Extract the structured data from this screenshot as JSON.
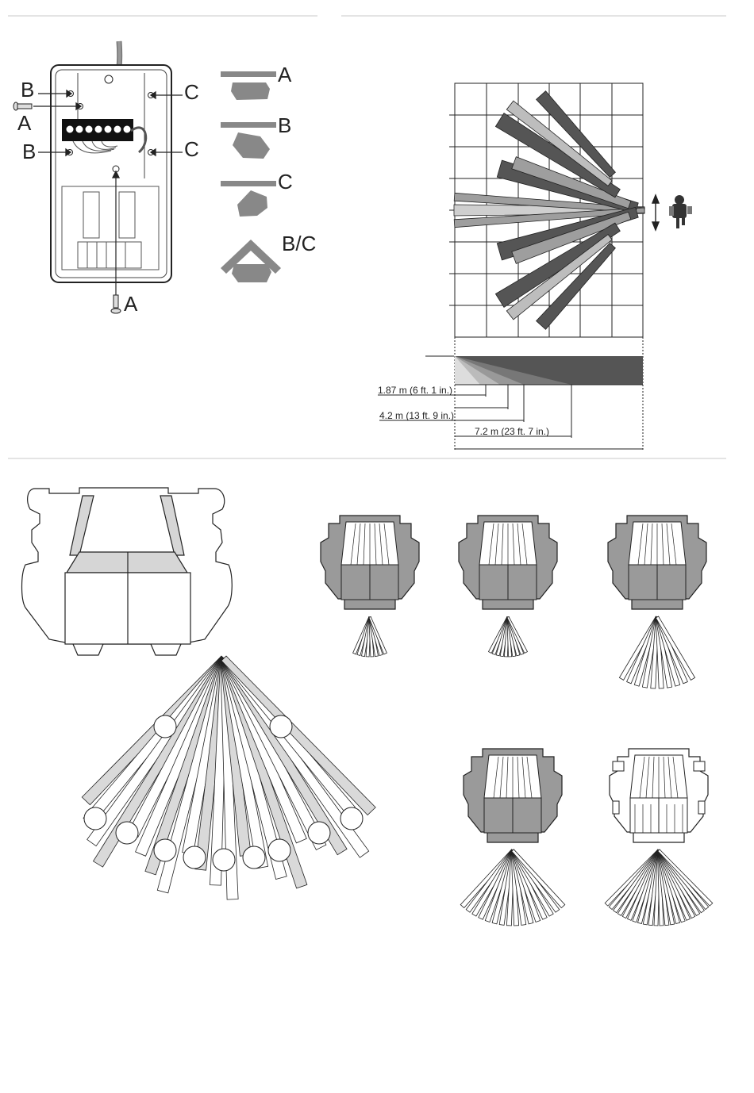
{
  "mounting": {
    "callouts": {
      "b_top": "B",
      "a_screw": "A",
      "b_mid": "B",
      "c_top": "C",
      "c_mid": "C",
      "a_bottom": "A"
    },
    "options": [
      {
        "label": "A"
      },
      {
        "label": "B"
      },
      {
        "label": "C"
      },
      {
        "label": "B/C"
      }
    ]
  },
  "coverage": {
    "dimensions": [
      {
        "label": "1.87 m (6 ft. 1 in.)"
      },
      {
        "label": "4.2 m (13 ft. 9 in.)"
      },
      {
        "label": "7.2 m (23 ft. 7 in.)"
      }
    ]
  },
  "colors": {
    "line": "#222222",
    "panel_gray": "#9a9a9a",
    "beam_dark": "#555555",
    "beam_light": "#bdbdbd",
    "beam_pale": "#dedede"
  },
  "icons": [
    "screw-icon",
    "person-walking-icon",
    "up-down-arrow-icon",
    "wall-bracket-icon"
  ]
}
